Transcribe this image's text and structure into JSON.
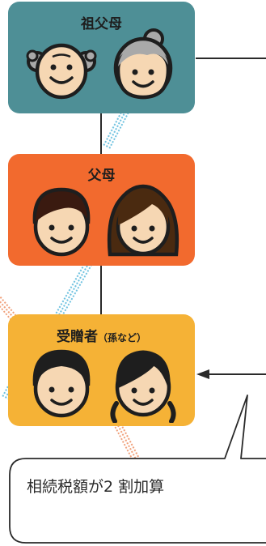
{
  "nodes": {
    "grandparents": {
      "label": "祖父母",
      "color": "#4e8f96",
      "faces": [
        "grandfather-icon",
        "grandmother-icon"
      ]
    },
    "parents": {
      "label": "父母",
      "color": "#f26a2e",
      "faces": [
        "father-icon",
        "mother-icon"
      ]
    },
    "recipient": {
      "label": "受贈者",
      "label_sub": "（孫など）",
      "color": "#f5b236",
      "faces": [
        "grandson-icon",
        "granddaughter-icon"
      ]
    }
  },
  "callout": {
    "text": "相続税額が2 割加算"
  },
  "colors": {
    "skin": "#f6d7b3",
    "outline": "#1e1e1e",
    "hair_dark": "#1e1e1e",
    "hair_brown": "#4a2a10",
    "hair_gray": "#a9a9a9",
    "hair_dark_brown": "#3a1a10",
    "dots_blue": "#6fc2e0",
    "dots_orange": "#f0a07a"
  }
}
